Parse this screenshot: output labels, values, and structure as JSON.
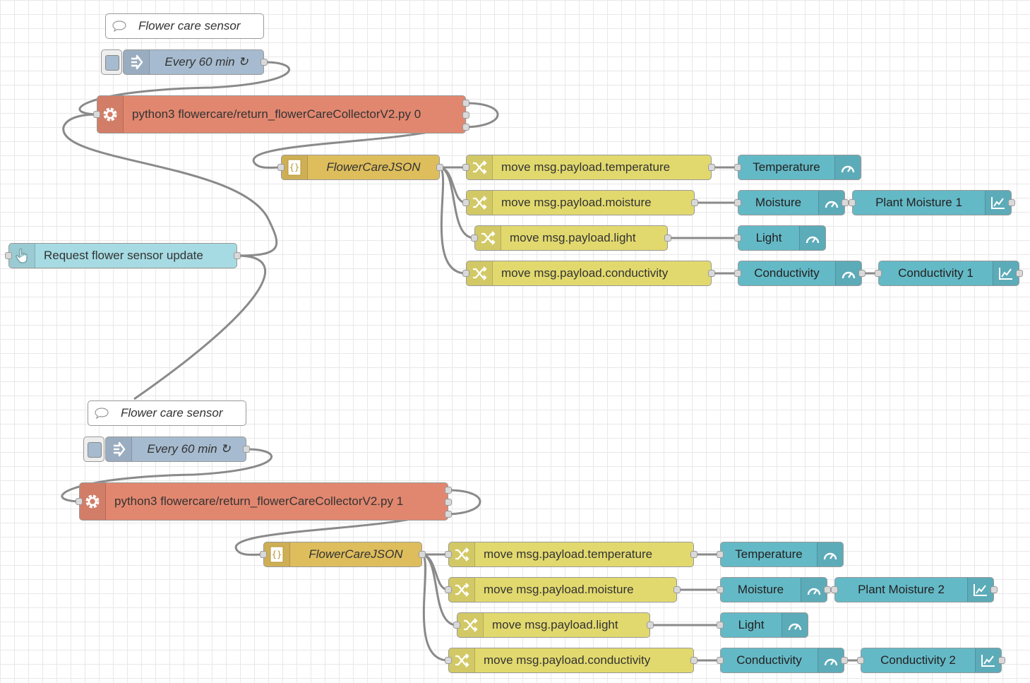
{
  "flow_a": {
    "comment": "Flower care sensor",
    "inject": "Every 60 min ↻",
    "exec": "python3 flowercare/return_flowerCareCollectorV2.py 0",
    "json": "FlowerCareJSON",
    "change_temperature": "move msg.payload.temperature",
    "change_moisture": "move msg.payload.moisture",
    "change_light": "move msg.payload.light",
    "change_conductivity": "move msg.payload.conductivity",
    "gauge_temperature": "Temperature",
    "gauge_moisture": "Moisture",
    "gauge_light": "Light",
    "gauge_conductivity": "Conductivity",
    "chart_moisture": "Plant Moisture 1",
    "chart_conductivity": "Conductivity 1"
  },
  "button": {
    "label": "Request flower sensor update"
  },
  "flow_b": {
    "comment": "Flower care sensor",
    "inject": "Every 60 min ↻",
    "exec": "python3 flowercare/return_flowerCareCollectorV2.py 1",
    "json": "FlowerCareJSON",
    "change_temperature": "move msg.payload.temperature",
    "change_moisture": "move msg.payload.moisture",
    "change_light": "move msg.payload.light",
    "change_conductivity": "move msg.payload.conductivity",
    "gauge_temperature": "Temperature",
    "gauge_moisture": "Moisture",
    "gauge_light": "Light",
    "gauge_conductivity": "Conductivity",
    "chart_moisture": "Plant Moisture 2",
    "chart_conductivity": "Conductivity 2"
  },
  "colors": {
    "inject": "#a6bbcf",
    "exec": "#e2876f",
    "json": "#debd5c",
    "change": "#e2d96e",
    "dashboard": "#64b9c6",
    "button": "#a6dbe3",
    "wire": "#8a8a8a"
  },
  "icons": {
    "comment": "speech-bubble-icon",
    "inject": "arrow-in-icon",
    "exec": "gear-icon",
    "json": "braces-icon",
    "change": "shuffle-icon",
    "gauge": "gauge-icon",
    "chart": "line-chart-icon",
    "button": "hand-pointer-icon"
  }
}
